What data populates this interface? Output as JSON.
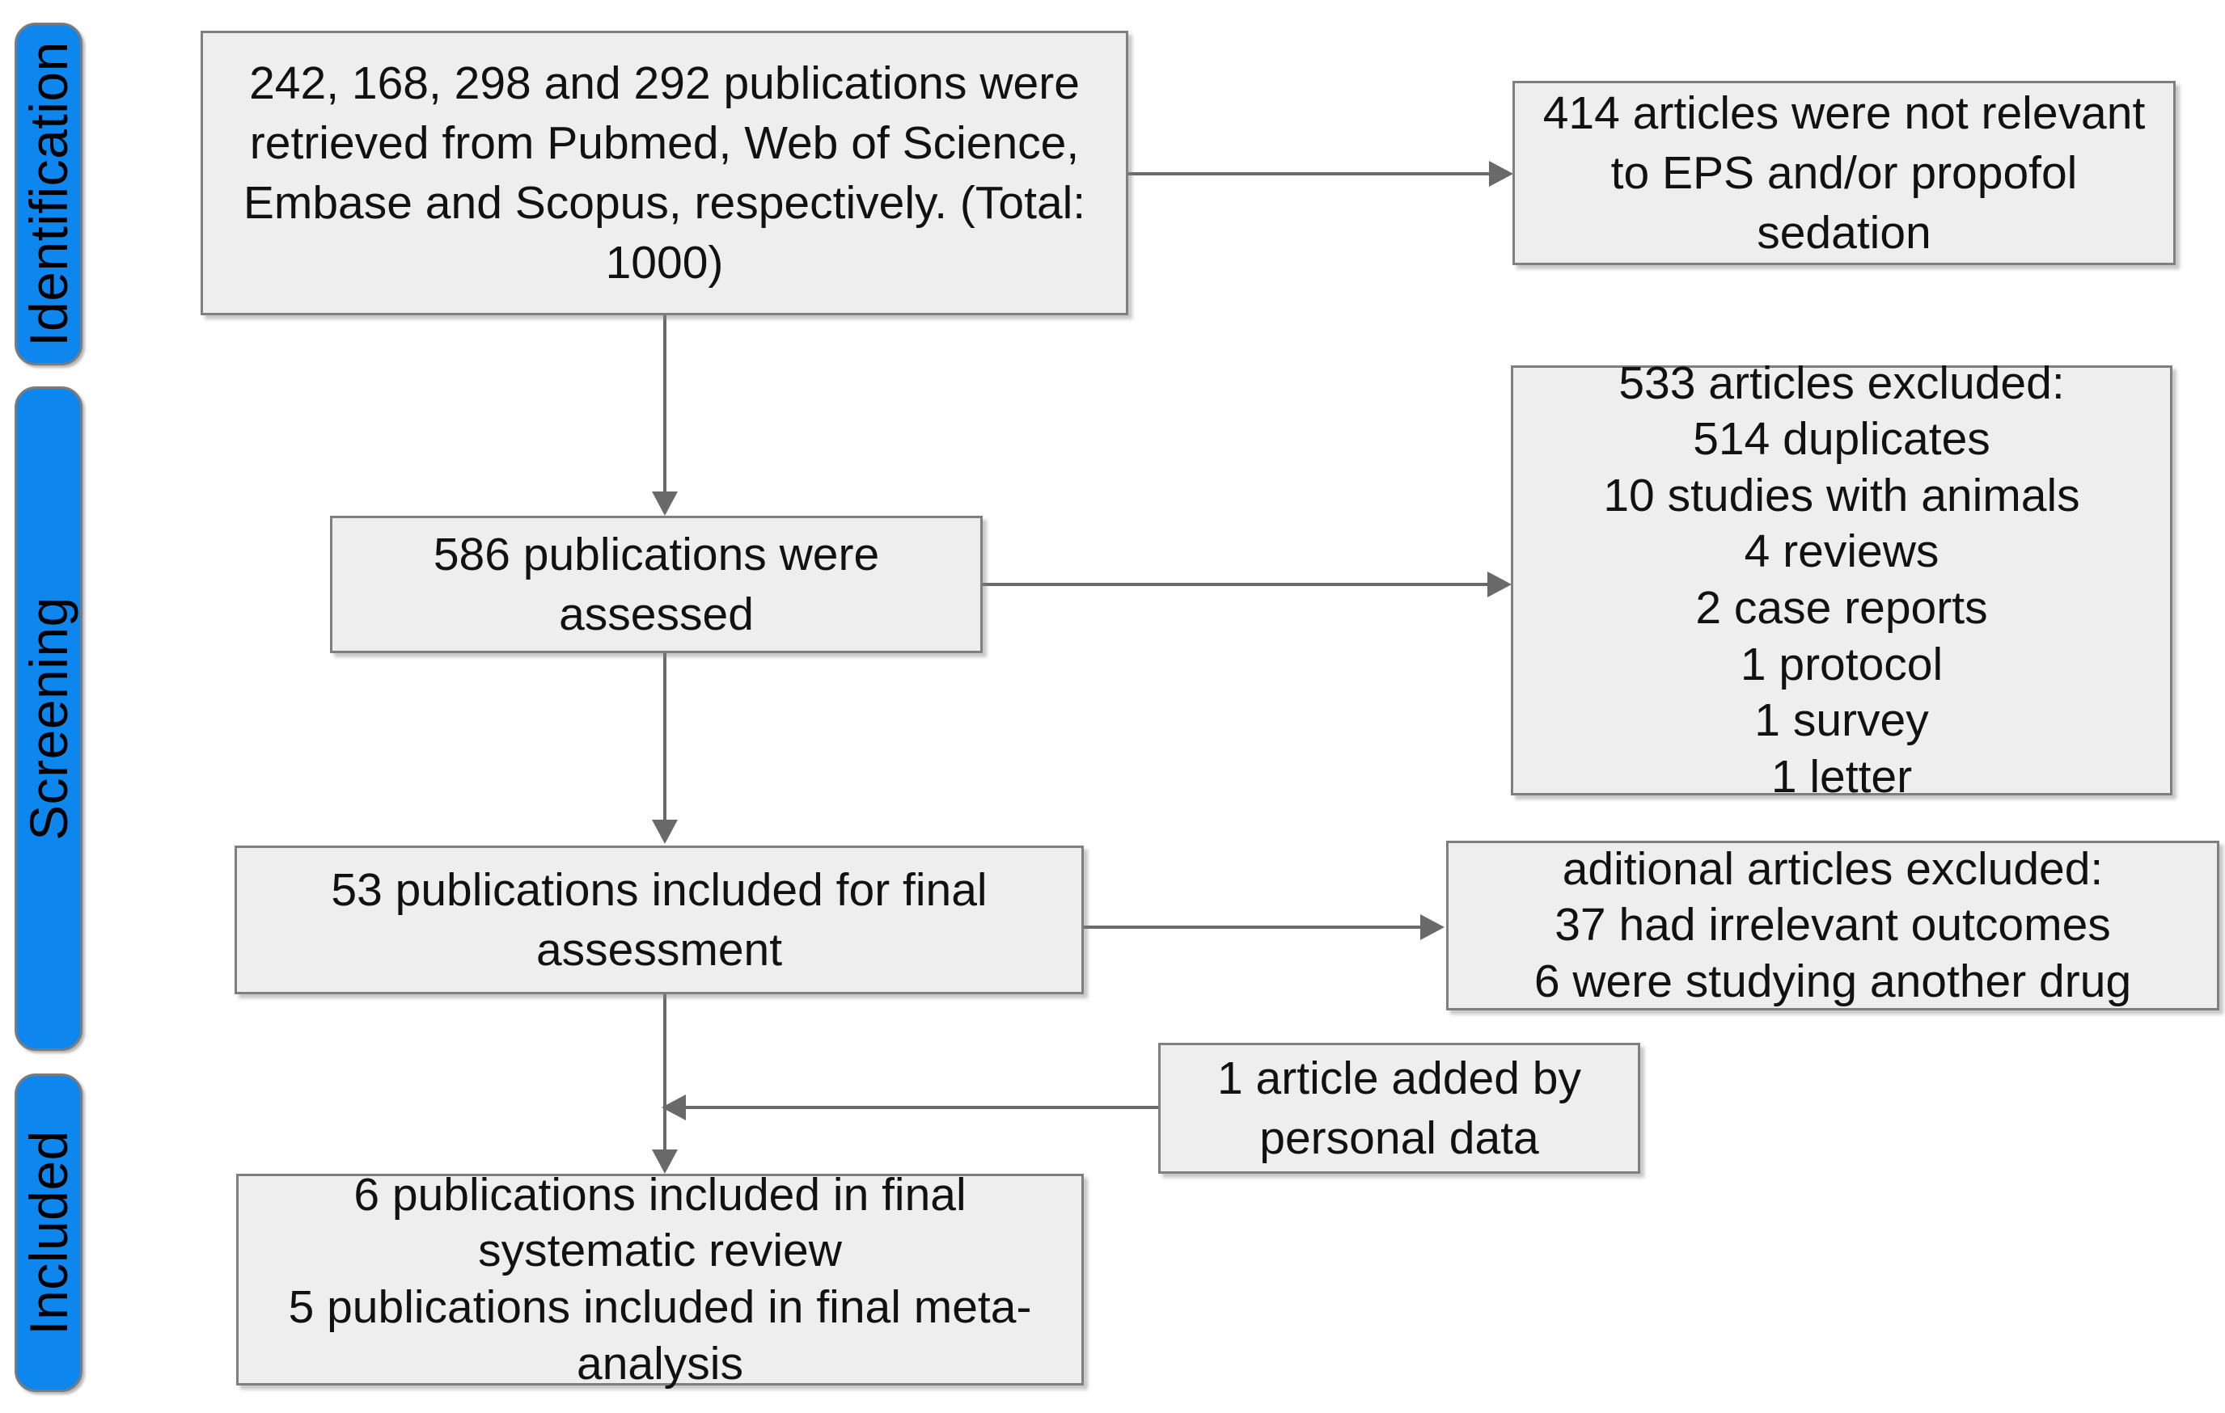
{
  "diagram": {
    "title": "PRISMA study selection flow diagram",
    "accent_blue": "#0d86ee",
    "box_fill": "#eeeeee",
    "box_border": "#7f7f7f",
    "connector_color": "#6a6a6a"
  },
  "stages": [
    {
      "id": "identification",
      "label": "Identification"
    },
    {
      "id": "screening",
      "label": "Screening"
    },
    {
      "id": "included",
      "label": "Included"
    }
  ],
  "nodes": {
    "records_identified": {
      "text": "242, 168, 298 and 292 publications were retrieved from Pubmed, Web of Science, Embase and Scopus, respectively. (Total: 1000)",
      "counts": {
        "pubmed": 242,
        "web_of_science": 168,
        "embase": 298,
        "scopus": 292,
        "total": 1000
      }
    },
    "not_relevant": {
      "text": "414 articles were not relevant to EPS and/or propofol sedation",
      "count": 414
    },
    "assessed": {
      "text": "586 publications were assessed",
      "count": 586
    },
    "excluded_screening": {
      "text": "533 articles excluded:\n514 duplicates\n10 studies with animals\n4 reviews\n2 case reports\n1 protocol\n1 survey\n1 letter",
      "total": 533,
      "reasons": [
        {
          "label": "duplicates",
          "count": 514
        },
        {
          "label": "studies with animals",
          "count": 10
        },
        {
          "label": "reviews",
          "count": 4
        },
        {
          "label": "case reports",
          "count": 2
        },
        {
          "label": "protocol",
          "count": 1
        },
        {
          "label": "survey",
          "count": 1
        },
        {
          "label": "letter",
          "count": 1
        }
      ]
    },
    "final_assessment": {
      "text": "53 publications included for final assessment",
      "count": 53
    },
    "excluded_additional": {
      "text": "aditional articles excluded:\n37 had irrelevant outcomes\n6 were studying another drug",
      "reasons": [
        {
          "label": "had irrelevant outcomes",
          "count": 37
        },
        {
          "label": "were studying another drug",
          "count": 6
        }
      ]
    },
    "added_personal": {
      "text": "1 article added by personal data",
      "count": 1
    },
    "included_final": {
      "text": "6 publications included in final systematic review\n5 publications included in final meta-analysis",
      "systematic_review": 6,
      "meta_analysis": 5
    }
  },
  "connectors": [
    {
      "id": "identified-to-not-relevant",
      "kind": "horizontal-arrow-right"
    },
    {
      "id": "identified-to-assessed",
      "kind": "vertical-arrow-down"
    },
    {
      "id": "assessed-to-excluded",
      "kind": "horizontal-arrow-right"
    },
    {
      "id": "assessed-to-final-assessment",
      "kind": "vertical-arrow-down"
    },
    {
      "id": "final-assessment-to-excluded-additional",
      "kind": "horizontal-arrow-right"
    },
    {
      "id": "final-assessment-to-included",
      "kind": "vertical-arrow-down"
    },
    {
      "id": "personal-data-to-trunk",
      "kind": "horizontal-arrow-left"
    }
  ]
}
